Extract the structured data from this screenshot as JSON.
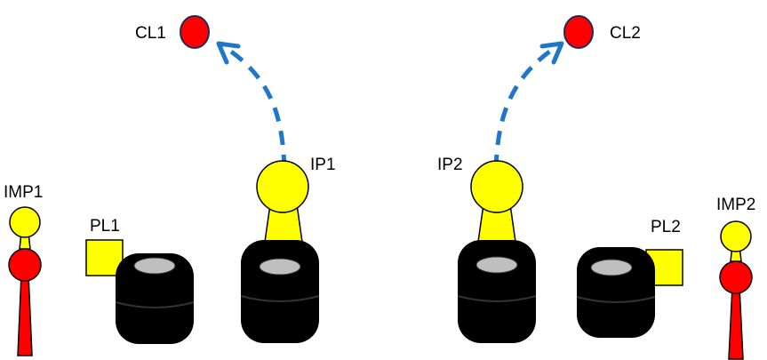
{
  "labels": {
    "cl1": "CL1",
    "cl2": "CL2",
    "ip1": "IP1",
    "ip2": "IP2",
    "imp1": "IMP1",
    "imp2": "IMP2",
    "pl1": "PL1",
    "pl2": "PL2"
  },
  "colors": {
    "red": "#ff0000",
    "yellow": "#ffff00",
    "black": "#000000",
    "gray": "#bfbfbf",
    "arrow_blue": "#1f77c8",
    "outline_navy": "#1f2a5a"
  }
}
